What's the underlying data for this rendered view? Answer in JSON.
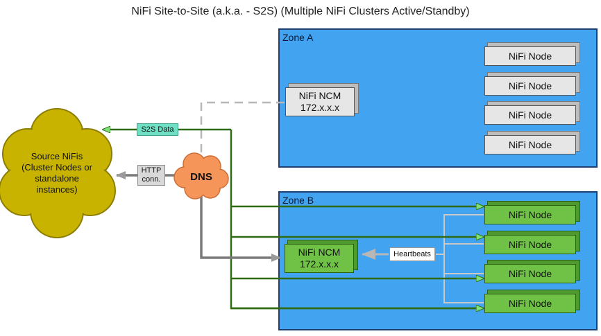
{
  "title": "NiFi Site-to-Site (a.k.a. - S2S) (Multiple NiFi Clusters Active/Standby)",
  "zone_a": {
    "label": "Zone A",
    "ncm": {
      "name": "NiFi NCM",
      "ip": "172.x.x.x"
    },
    "nodes": [
      "NiFi Node",
      "NiFi Node",
      "NiFi Node",
      "NiFi Node"
    ]
  },
  "zone_b": {
    "label": "Zone B",
    "ncm": {
      "name": "NiFi NCM",
      "ip": "172.x.x.x"
    },
    "nodes": [
      "NiFi Node",
      "NiFi Node",
      "NiFi Node",
      "NiFi Node"
    ]
  },
  "source": {
    "label": "Source NiFis (Cluster Nodes or standalone instances)"
  },
  "dns": {
    "label": "DNS"
  },
  "s2s_label": "S2S Data",
  "http_label": "HTTP conn.",
  "heartbeats_label": "Heartbeats",
  "colors": {
    "zone_fill": "#42a3f0",
    "green_line": "#2e6b12",
    "gray_line": "#7a7a7a",
    "light_line": "#b7b7b7",
    "cloud_source": "#c8b400",
    "cloud_dns": "#f6955a",
    "s2s_fill": "#6fe0c4"
  }
}
